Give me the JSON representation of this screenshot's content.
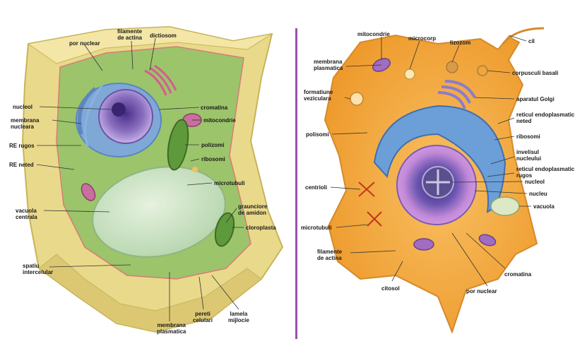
{
  "colors": {
    "divider": "#9b4fb0",
    "plant_wall": "#e9d98a",
    "plant_cytoplasm": "#9cc46a",
    "vacuole": "#cfe3c8",
    "animal_cytoplasm": "#f3a93c",
    "nucleus": "#8a6fc0",
    "er_blue": "#6c9fd8"
  },
  "plant_cell": {
    "labels": {
      "por_nuclear": "por nuclear",
      "filamente_actina": "filamente\nde actina",
      "dictiosom": "dictiosom",
      "nucleol": "nucleol",
      "cromatina": "cromatina",
      "membrana_nucleara": "membrana\nnucleara",
      "mitocondrie": "mitocondrie",
      "re_rugos": "RE rugos",
      "polizomi": "polizomi",
      "ribosomi": "ribosomi",
      "re_neted": "RE neted",
      "microtubuli": "microtubuli",
      "vacuola_centrala": "vacuola\ncentrala",
      "graunciore_amidon": "graunciore\nde amidon",
      "cloroplasta": "cloroplasta",
      "spatiu_intercelular": "spatiu\nintercelular",
      "membrana_plasmatica": "membrana\nplasmatica",
      "pereti_celulari": "pereti\ncelulari",
      "lamela_mijlocie": "lamela\nmijlocie"
    }
  },
  "animal_cell": {
    "labels": {
      "mitocondrie": "mitocondrie",
      "microcorp": "microcorp",
      "lizozom": "lizozom",
      "cil": "cil",
      "membrana_plasmatica": "membrana\nplasmatica",
      "corpusculi_basali": "corpusculi basali",
      "formatiune_veziculara": "formatiune\nveziculara",
      "aparatul_golgi": "aparatul Golgi",
      "reticul_neted": "reticul endoplasmatic\nneted",
      "polisomi": "polisomi",
      "ribosomi": "ribosomi",
      "invelisul_nucleului": "invelisul\nnucleului",
      "reticul_rugos": "reticul endoplasmatic\nrugos",
      "nucleol": "nucleol",
      "centrioli": "centrioli",
      "nucleu": "nucleu",
      "vacuola": "vacuola",
      "microtubuli": "microtubuli",
      "filamente_actina": "filamente\nde actina",
      "cromatina": "cromatina",
      "citosol": "citosol",
      "por_nuclear": "por nuclear"
    }
  }
}
